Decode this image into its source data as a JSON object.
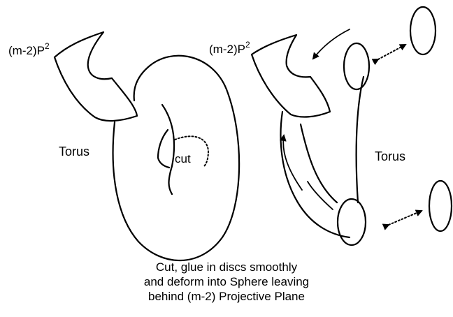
{
  "left": {
    "label_pp": "(m-2)P",
    "label_sup": "2",
    "torus": "Torus",
    "cut": "cut"
  },
  "right": {
    "label_pp": "(m-2)P",
    "label_sup": "2",
    "torus": "Torus"
  },
  "caption": [
    "Cut, glue in discs smoothly",
    "and deform into Sphere leaving",
    "behind (m-2) Projective Plane"
  ]
}
